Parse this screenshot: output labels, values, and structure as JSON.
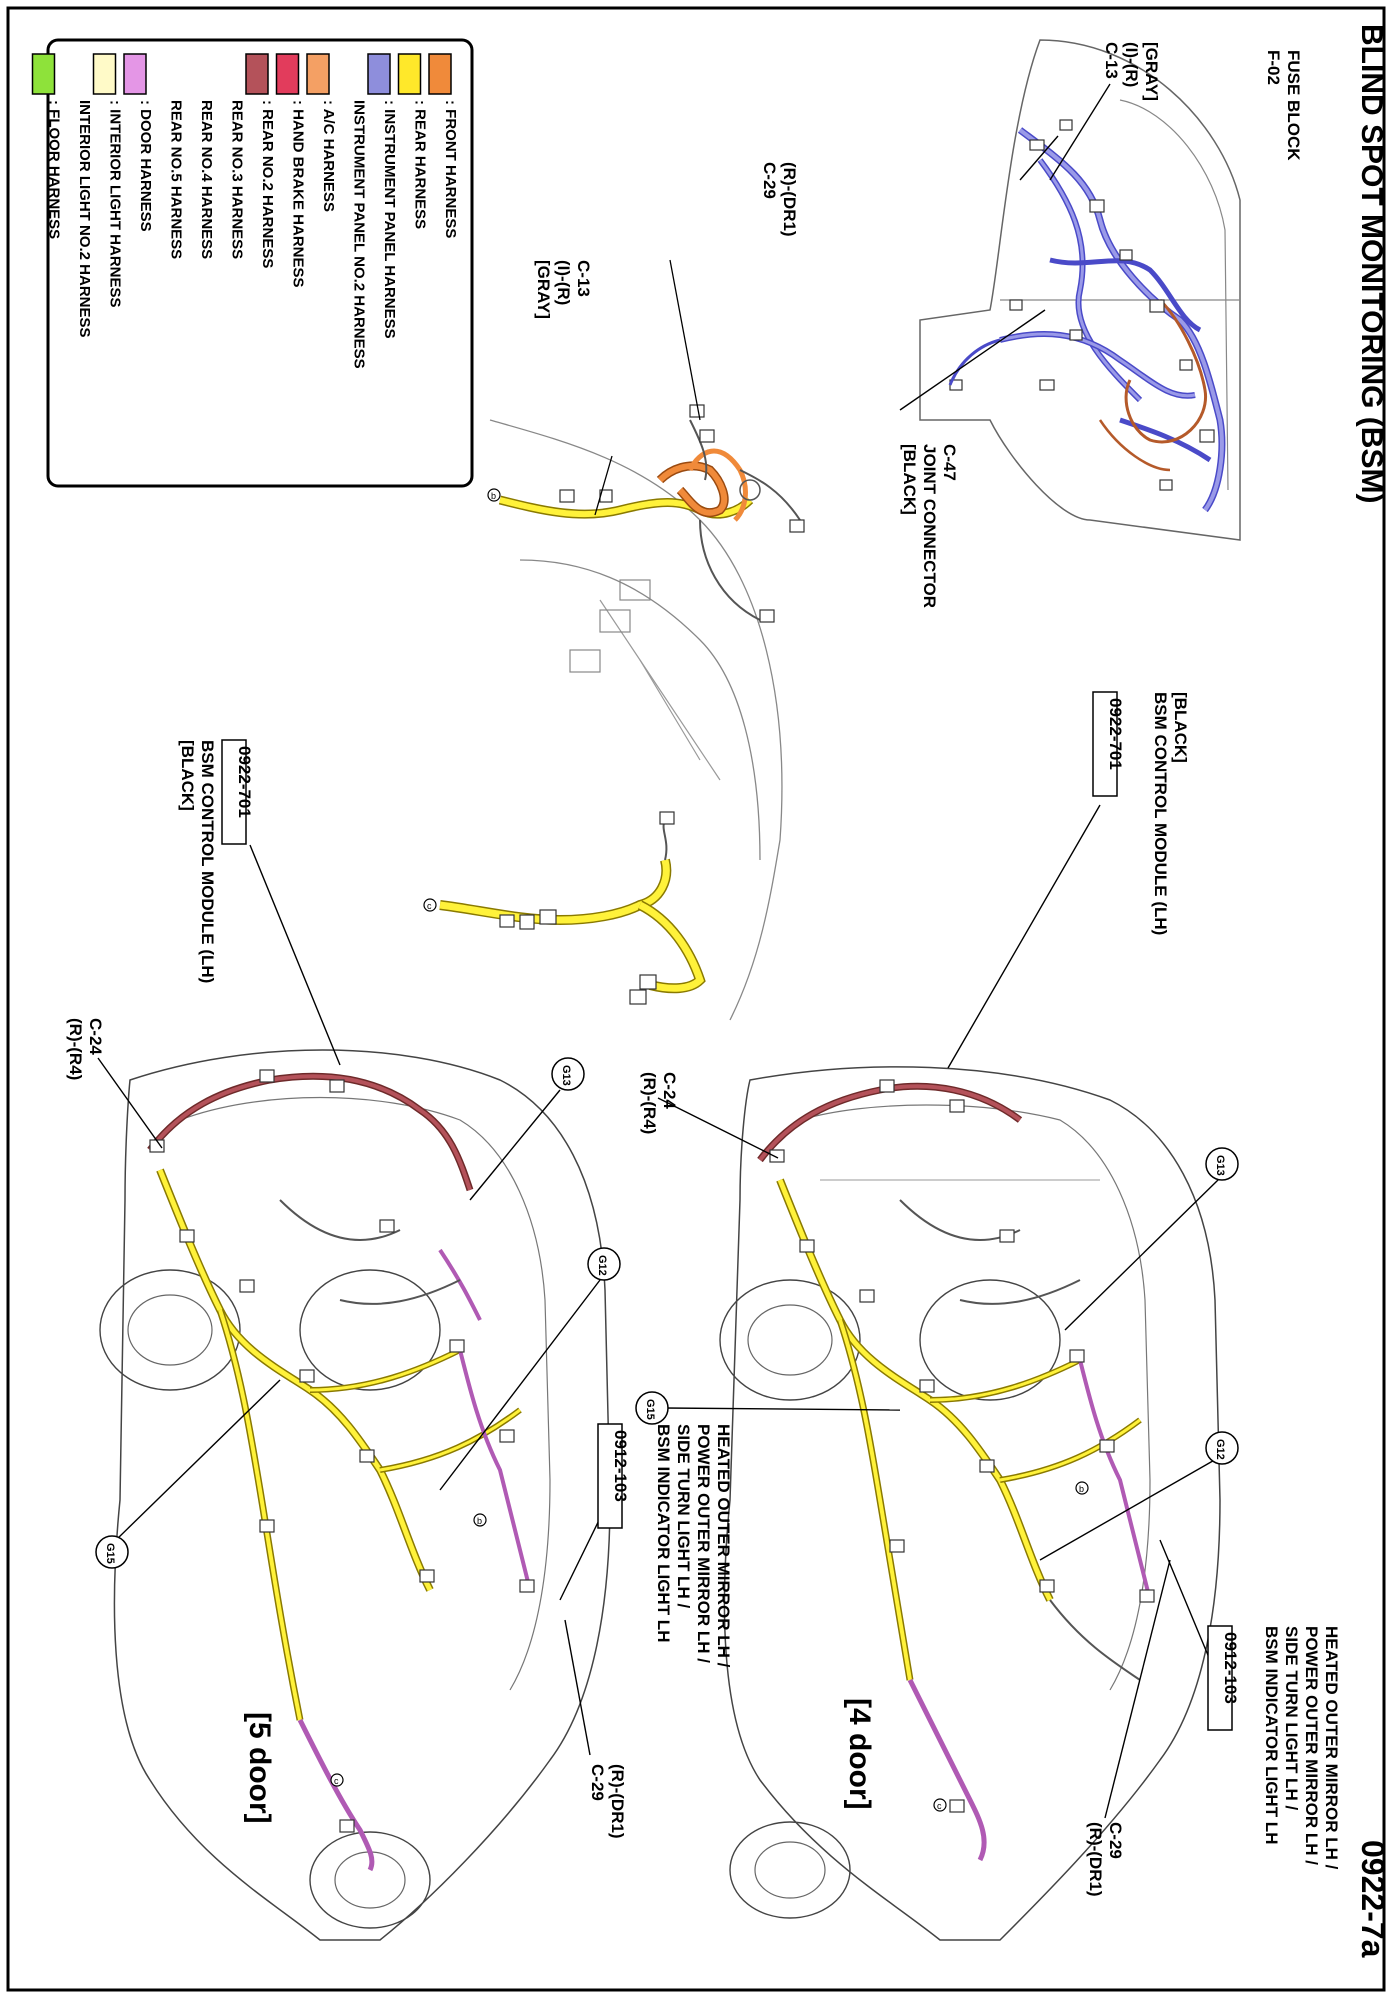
{
  "header": {
    "title": "BLIND SPOT MONITORING (BSM)",
    "page_code": "0922-7a"
  },
  "legend": {
    "items": [
      {
        "label": ": FRONT HARNESS",
        "color": "#f08a3a"
      },
      {
        "label": ": REAR HARNESS",
        "color": "#ffe82a"
      },
      {
        "label": ": INSTRUMENT PANEL HARNESS",
        "color": "#8e8edc"
      },
      {
        "label": "  INSTRUMENT PANEL NO.2 HARNESS",
        "color": ""
      },
      {
        "label": ": A/C HARNESS",
        "color": "#f4a064"
      },
      {
        "label": ": HAND BRAKE HARNESS",
        "color": "#e23c5c"
      },
      {
        "label": ": REAR NO.2 HARNESS",
        "color": "#b4525a"
      },
      {
        "label": "  REAR NO.3 HARNESS",
        "color": ""
      },
      {
        "label": "  REAR NO.4 HARNESS",
        "color": ""
      },
      {
        "label": "  REAR NO.5 HARNESS",
        "color": ""
      },
      {
        "label": ": DOOR HARNESS",
        "color": "#e496e6"
      },
      {
        "label": ": INTERIOR LIGHT HARNESS",
        "color": "#fffac8"
      },
      {
        "label": "  INTERIOR LIGHT NO.2 HARNESS",
        "color": ""
      },
      {
        "label": ": FLOOR HARNESS",
        "color": "#8ee23a"
      }
    ]
  },
  "dash_labels": {
    "fuse_block": [
      "FUSE BLOCK",
      "F-02"
    ],
    "c13_top": [
      "[GRAY]",
      "(I)-(R)",
      "C-13"
    ],
    "c47": [
      "C-47",
      "JOINT CONNECTOR",
      "[BLACK]"
    ]
  },
  "engine_labels": {
    "c29": [
      "(R)-(DR1)",
      "C-29"
    ],
    "c13": [
      "C-13",
      "(I)-(R)",
      "[GRAY]"
    ]
  },
  "door4": {
    "title": "[4 door]",
    "bsm_code": "0922-701",
    "bsm_lines": [
      "BSM CONTROL MODULE (LH)",
      "[BLACK]"
    ],
    "bsm_top": "[BLACK]",
    "mirror_code": "0912-103",
    "mirror_lines": [
      "HEATED OUTER MIRROR LH /",
      "POWER OUTER MIRROR LH /",
      "SIDE TURN LIGHT LH /",
      "BSM INDICATOR LIGHT LH"
    ],
    "c24": [
      "C-24",
      "(R)-(R4)"
    ],
    "c29": [
      "C-29",
      "(R)-(DR1)"
    ],
    "grounds": {
      "g13": "G13",
      "g12": "G12",
      "g15": "G15"
    }
  },
  "door5": {
    "title": "[5 door]",
    "bsm_code": "0922-701",
    "bsm_lines": [
      "BSM CONTROL MODULE (LH)",
      "[BLACK]"
    ],
    "mirror_code": "0912-103",
    "mirror_lines": [
      "HEATED OUTER MIRROR LH /",
      "POWER OUTER MIRROR LH /",
      "SIDE TURN LIGHT LH /",
      "BSM INDICATOR LIGHT LH"
    ],
    "c24": [
      "C-24",
      "(R)-(R4)"
    ],
    "c29": [
      "(R)-(DR1)",
      "C-29"
    ],
    "grounds": {
      "g13": "G13",
      "g12": "G12",
      "g15": "G15"
    }
  },
  "marks": {
    "b": "b",
    "c": "c"
  }
}
